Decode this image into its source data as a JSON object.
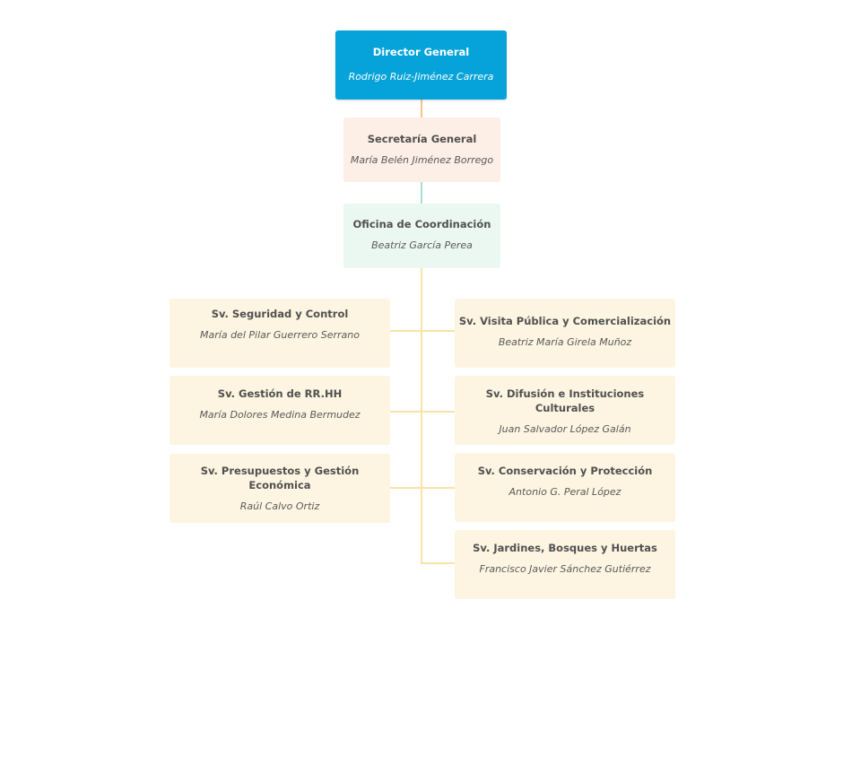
{
  "director": {
    "title": "Director General",
    "name": "Rodrigo Ruiz-Jiménez Carrera"
  },
  "secretaria": {
    "title": "Secretaría General",
    "name": "María Belén Jiménez Borrego"
  },
  "oficina": {
    "title": "Oficina de Coordinación",
    "name": "Beatriz García Perea"
  },
  "left_services": [
    {
      "title": "Sv. Seguridad y Control",
      "name": "María del Pilar Guerrero Serrano"
    },
    {
      "title": "Sv. Gestión de RR.HH",
      "name": "María Dolores Medina Bermudez"
    },
    {
      "title": "Sv. Presupuestos y Gestión Económica",
      "name": "Raúl Calvo Ortiz"
    }
  ],
  "right_services": [
    {
      "title": "Sv. Visita Pública y Comercialización",
      "name": "Beatriz María Girela Muñoz"
    },
    {
      "title": "Sv. Difusión e Instituciones Culturales",
      "name": "Juan Salvador López Galán"
    },
    {
      "title": "Sv. Conservación y Protección",
      "name": "Antonio G. Peral López"
    },
    {
      "title": "Sv. Jardines, Bosques y Huertas",
      "name": "Francisco Javier Sánchez Gutiérrez"
    }
  ],
  "colors": {
    "director_bg": "#05a3d9",
    "secretaria_bg": "#fdeee6",
    "oficina_bg": "#ebf8f1",
    "service_bg": "#fdf5e1",
    "connector_orange": "#f5c48c",
    "connector_teal": "#a8dcc8",
    "connector_yellow": "#f7e3a6"
  }
}
